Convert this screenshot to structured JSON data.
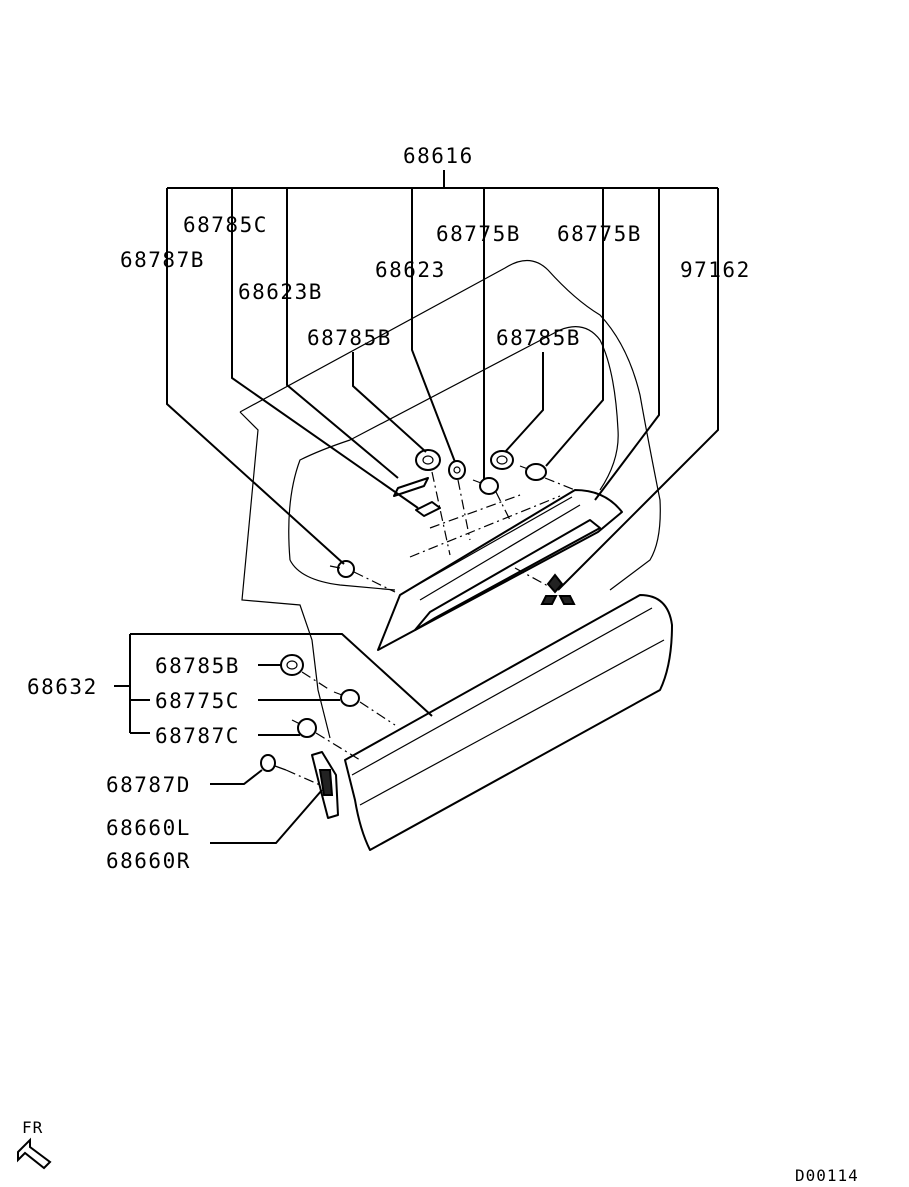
{
  "labels": {
    "p68616": "68616",
    "p68785C": "68785C",
    "p68775B_a": "68775B",
    "p68775B_b": "68775B",
    "p68787B": "68787B",
    "p68623": "68623",
    "p97162": "97162",
    "p68623B": "68623B",
    "p68785B_a": "68785B",
    "p68785B_b": "68785B",
    "p68632": "68632",
    "p68785B_c": "68785B",
    "p68775C": "68775C",
    "p68787C": "68787C",
    "p68787D": "68787D",
    "p68660L": "68660L",
    "p68660R": "68660R"
  },
  "orientation": {
    "label": "FR",
    "icon": "front-arrow-icon"
  },
  "drawing_code": "D00114"
}
